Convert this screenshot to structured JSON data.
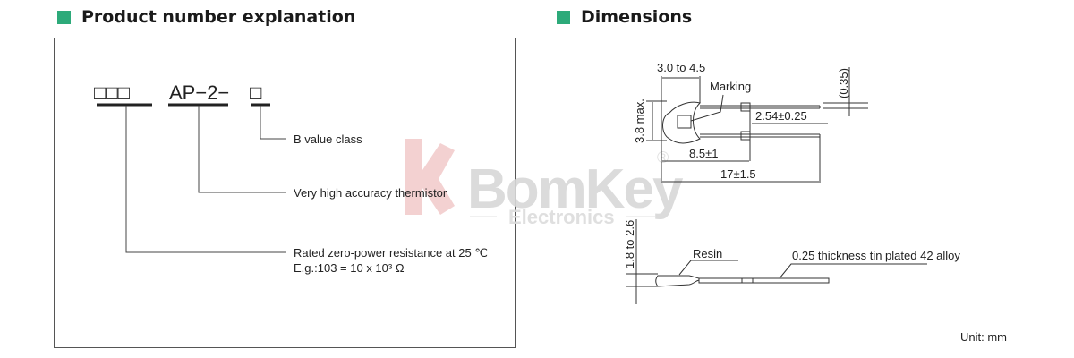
{
  "colors": {
    "accent": "#2daa7a",
    "watermark_red": "#f0c8c8",
    "watermark_gray": "#dcdcdc"
  },
  "product": {
    "title": "Product number explanation",
    "code_prefix_boxes": "□□□",
    "code_middle": "AP−2−",
    "code_suffix_box": "□",
    "b_value_label": "B value class",
    "series_label": "Very high accuracy thermistor",
    "resistance_label": "Rated zero-power resistance at 25 ℃",
    "resistance_example": "E.g.:103 = 10 x 10³ Ω"
  },
  "dimensions": {
    "title": "Dimensions",
    "width_range": "3.0 to 4.5",
    "marking": "Marking",
    "lead_thickness": "(0.35)",
    "height_max": "3.8 max.",
    "pitch": "2.54±0.25",
    "kink_length": "8.5±1",
    "total_length": "17±1.5",
    "side_height": "1.8 to 2.6",
    "resin": "Resin",
    "lead_material": "0.25 thickness tin plated 42 alloy",
    "unit": "Unit: mm"
  },
  "watermark": {
    "brand": "BomKey",
    "sub": "Electronics",
    "reg": "®"
  }
}
